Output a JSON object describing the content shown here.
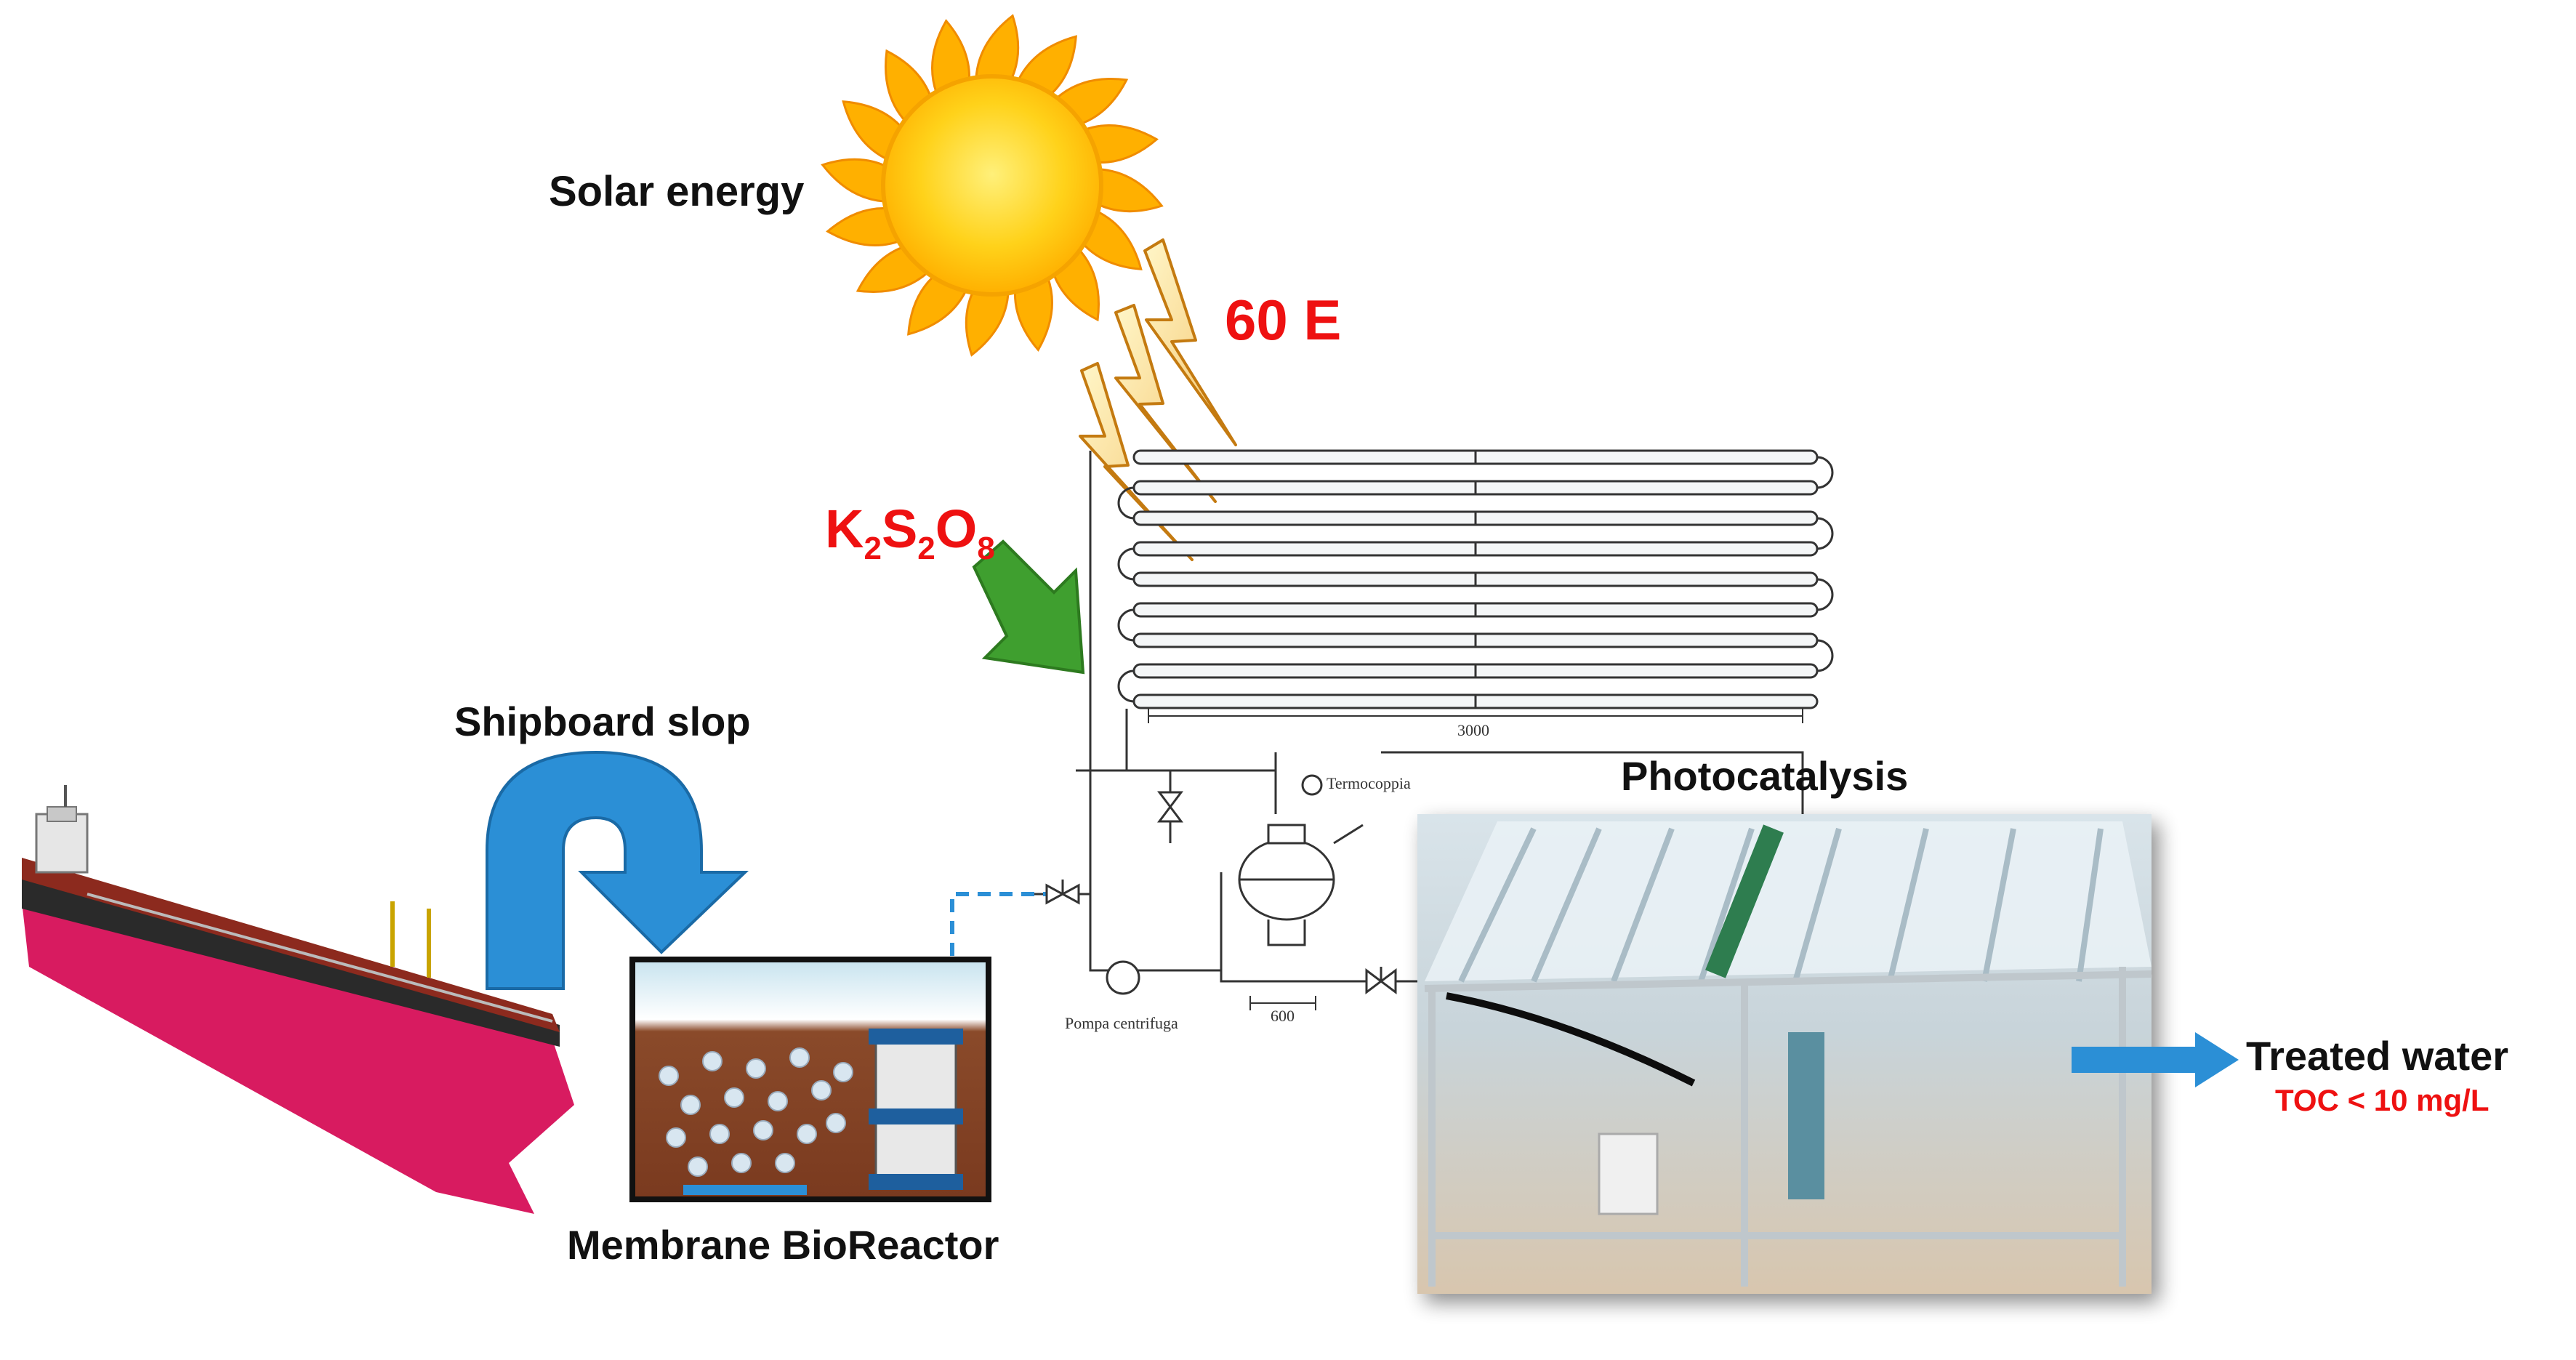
{
  "labels": {
    "solar_energy": "Solar energy",
    "energy_value": "60 E",
    "oxidant": {
      "k": "K",
      "s": "S",
      "o": "O",
      "sub_k": "2",
      "sub_s": "2",
      "sub_o": "8"
    },
    "shipboard_slop": "Shipboard slop",
    "membrane_bioreactor": "Membrane BioReactor",
    "photocatalysis": "Photocatalysis",
    "treated_water": "Treated water",
    "toc": "TOC < 10 mg/L"
  },
  "schematic": {
    "length_dim": "3000",
    "vessel_dim": "600",
    "thermocouple": "Termocoppia",
    "pump": "Pompa centrifuga"
  },
  "colors": {
    "sun_core": "#ffd21a",
    "sun_rays": "#ffb000",
    "flow_arrow": "#2b8fd6",
    "oxidant_arrow": "#3f9f2f",
    "red_text": "#ee1111",
    "ship_hull": "#d81b60"
  }
}
